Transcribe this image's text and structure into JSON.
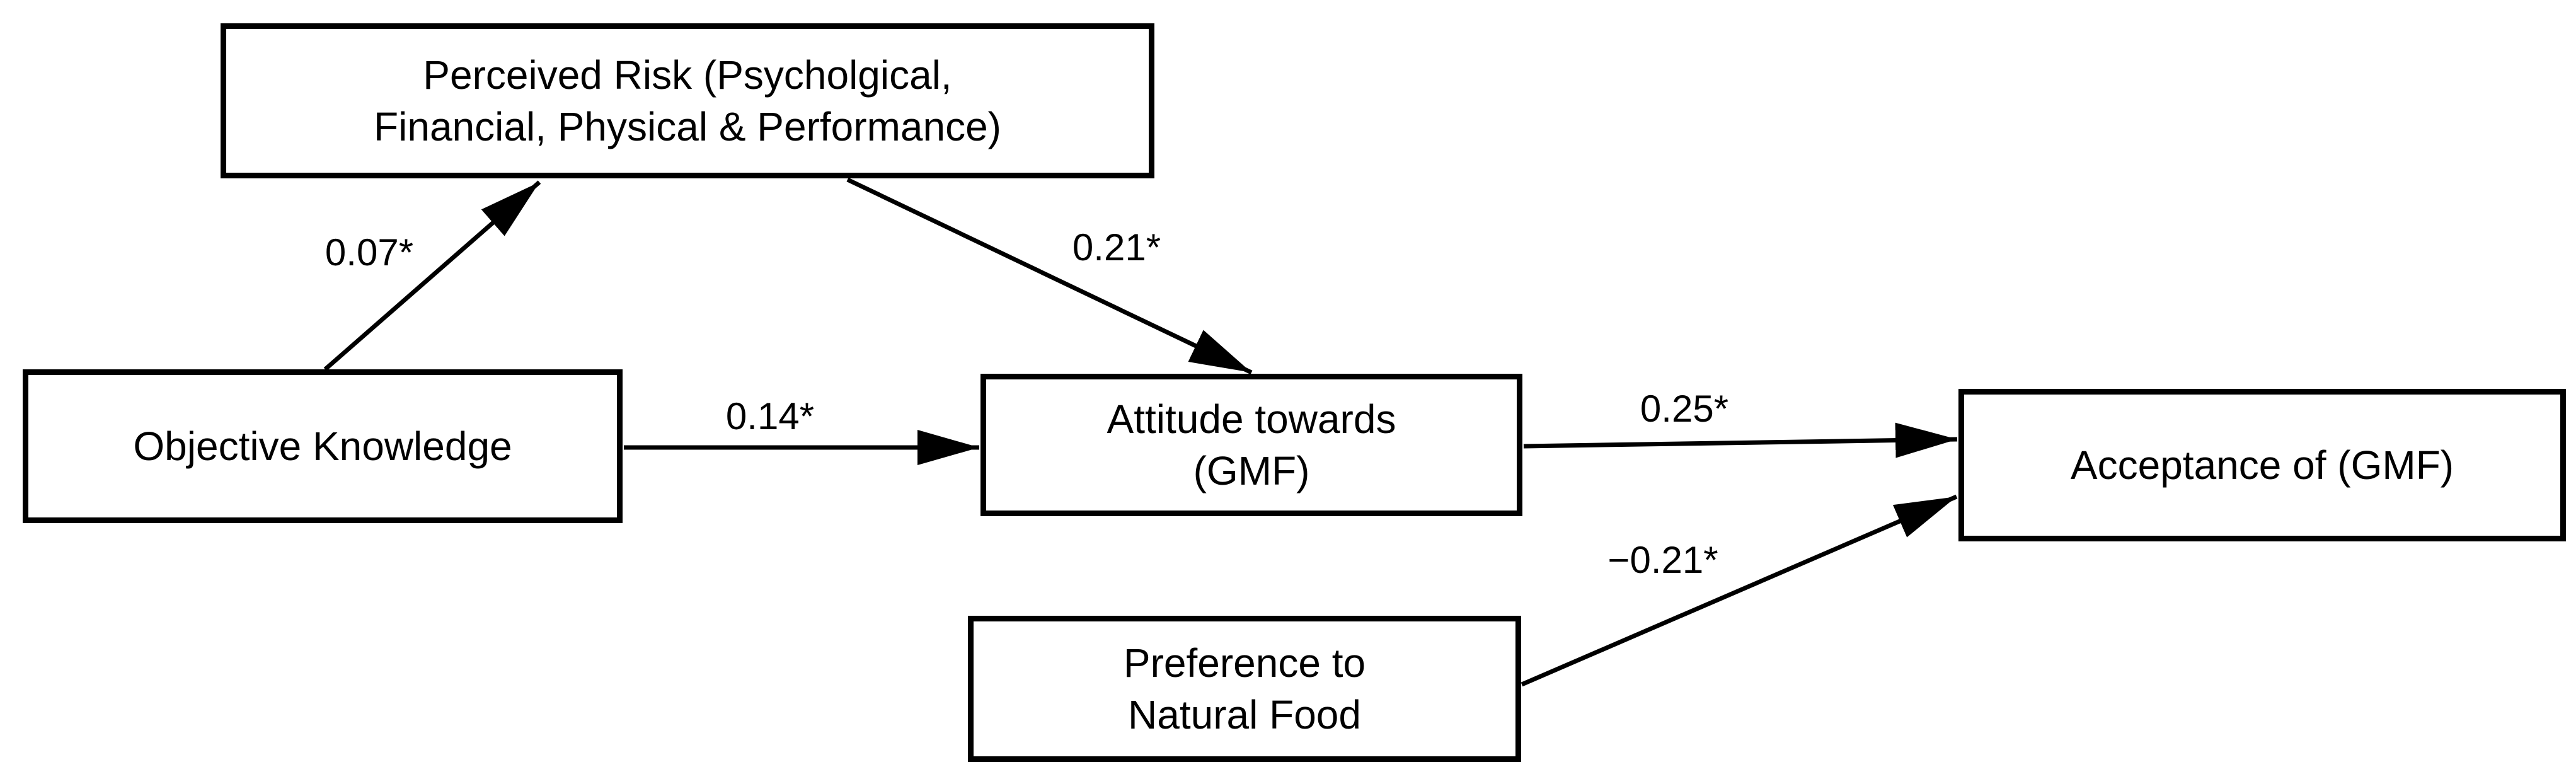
{
  "figure": {
    "type": "path-model-diagram",
    "background_color": "#ffffff",
    "line_color": "#000000",
    "nodes": [
      {
        "id": "perceived-risk",
        "lines": [
          "Perceived Risk (Psycholgical,",
          "Financial, Physical & Performance)"
        ]
      },
      {
        "id": "objective-knowledge",
        "lines": [
          "Objective Knowledge"
        ]
      },
      {
        "id": "attitude-gmf",
        "lines": [
          "Attitude towards",
          "(GMF)"
        ]
      },
      {
        "id": "acceptance-gmf",
        "lines": [
          "Acceptance of (GMF)"
        ]
      },
      {
        "id": "preference-natural-food",
        "lines": [
          "Preference to",
          "Natural Food"
        ]
      }
    ],
    "edges": [
      {
        "from": "objective-knowledge",
        "to": "perceived-risk",
        "label": "0.07*"
      },
      {
        "from": "perceived-risk",
        "to": "attitude-gmf",
        "label": "0.21*"
      },
      {
        "from": "objective-knowledge",
        "to": "attitude-gmf",
        "label": "0.14*"
      },
      {
        "from": "attitude-gmf",
        "to": "acceptance-gmf",
        "label": "0.25*"
      },
      {
        "from": "preference-natural-food",
        "to": "acceptance-gmf",
        "label": "−0.21*"
      }
    ]
  }
}
